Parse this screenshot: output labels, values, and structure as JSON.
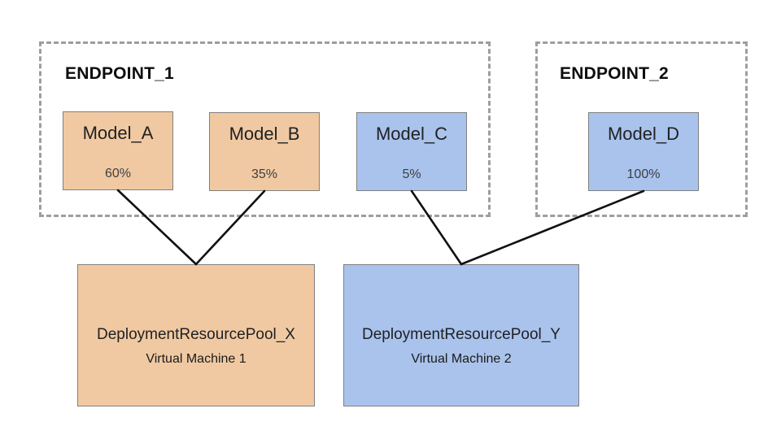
{
  "endpoints": [
    {
      "id": "endpoint_1",
      "label": "ENDPOINT_1"
    },
    {
      "id": "endpoint_2",
      "label": "ENDPOINT_2"
    }
  ],
  "models": [
    {
      "id": "model_a",
      "name": "Model_A",
      "traffic": "60%",
      "color": "#F0C9A2",
      "endpoint": "endpoint_1"
    },
    {
      "id": "model_b",
      "name": "Model_B",
      "traffic": "35%",
      "color": "#F0C9A2",
      "endpoint": "endpoint_1"
    },
    {
      "id": "model_c",
      "name": "Model_C",
      "traffic": "5%",
      "color": "#A9C3EC",
      "endpoint": "endpoint_1"
    },
    {
      "id": "model_d",
      "name": "Model_D",
      "traffic": "100%",
      "color": "#A9C3EC",
      "endpoint": "endpoint_2"
    }
  ],
  "pools": [
    {
      "id": "pool_x",
      "name": "DeploymentResourcePool_X",
      "machine": "Virtual Machine 1",
      "color": "#F0C9A2"
    },
    {
      "id": "pool_y",
      "name": "DeploymentResourcePool_Y",
      "machine": "Virtual Machine 2",
      "color": "#A9C3EC"
    }
  ],
  "edges": [
    {
      "from": "model_a",
      "to": "pool_x"
    },
    {
      "from": "model_b",
      "to": "pool_x"
    },
    {
      "from": "model_c",
      "to": "pool_y"
    },
    {
      "from": "model_d",
      "to": "pool_y"
    }
  ],
  "style": {
    "edge_color": "#111111",
    "dashed_border_color": "#9e9e9e",
    "box_border_color": "#808080"
  }
}
